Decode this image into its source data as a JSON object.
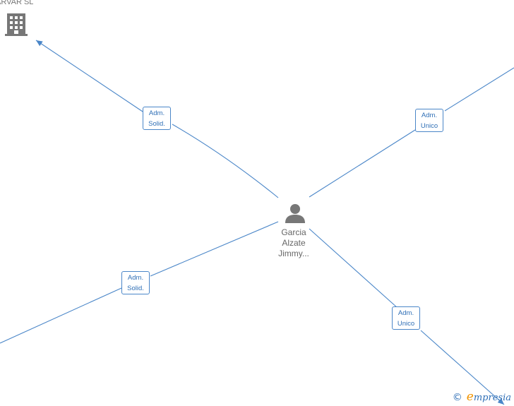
{
  "company": {
    "name": "ARVAR SL",
    "icon": "building-icon"
  },
  "person": {
    "line1": "Garcia",
    "line2": "Alzate",
    "line3": "Jimmy...",
    "icon": "person-icon"
  },
  "roles": [
    {
      "line1": "Adm.",
      "line2": "Solid."
    },
    {
      "line1": "Adm.",
      "line2": "Unico"
    },
    {
      "line1": "Adm.",
      "line2": "Solid."
    },
    {
      "line1": "Adm.",
      "line2": "Unico"
    }
  ],
  "brand": {
    "symbol": "©",
    "initial": "e",
    "rest": "mpresia"
  },
  "colors": {
    "edge": "#4a86c8",
    "text": "#2f6fb6",
    "icon": "#777777",
    "brand_accent": "#f29400"
  }
}
